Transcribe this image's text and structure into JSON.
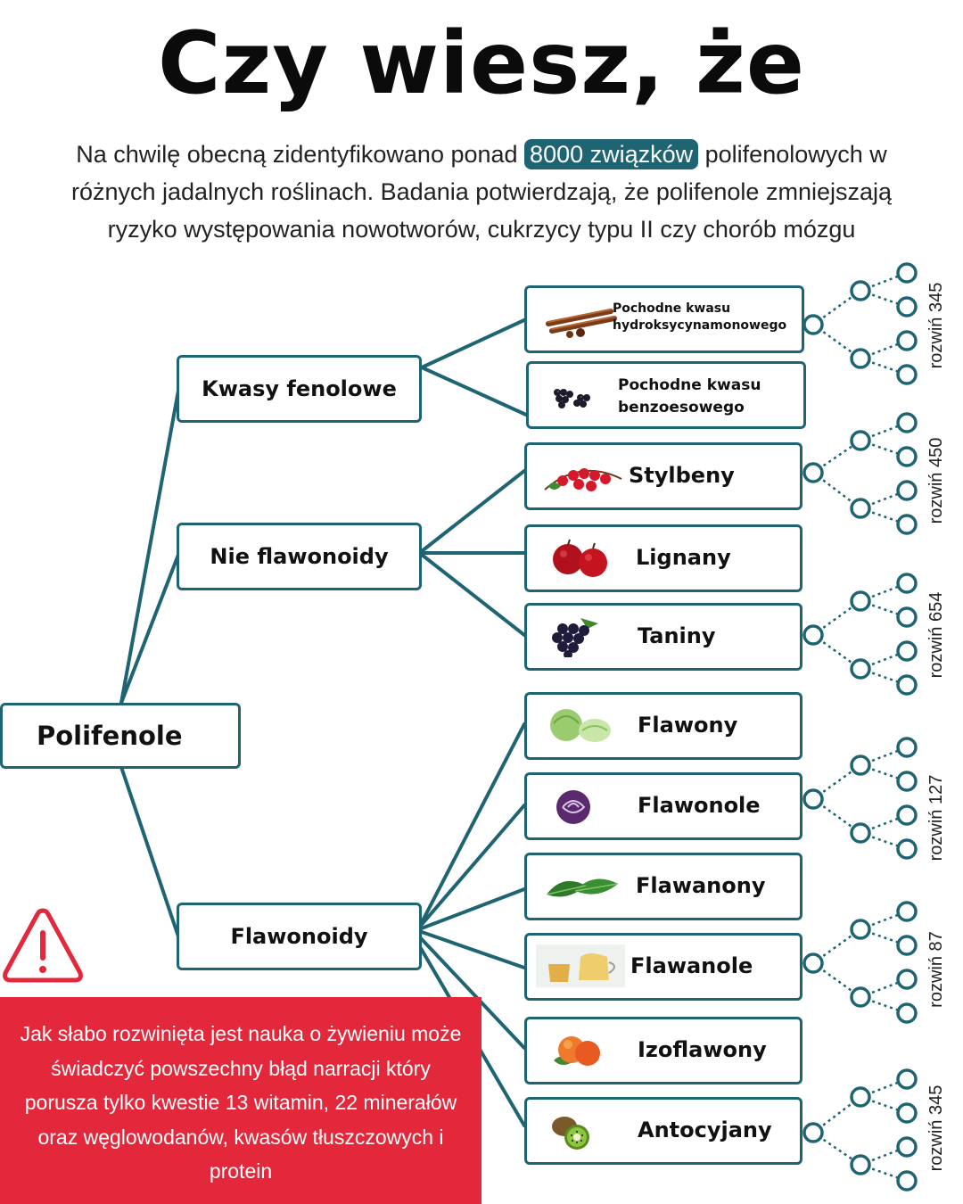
{
  "title": "Czy wiesz, że",
  "intro": {
    "before": "Na chwilę obecną zidentyfikowano ponad ",
    "highlight": "8000 związków",
    "after": " polifenolowych w różnych jadalnych roślinach. Badania potwierdzają, że polifenole zmniejszają ryzyko występowania  nowotworów, cukrzycy typu II czy chorób mózgu"
  },
  "root": {
    "label": "Polifenole"
  },
  "groups": [
    {
      "label": "Kwasy fenolowe"
    },
    {
      "label": "Nie flawonoidy"
    },
    {
      "label": "Flawonoidy"
    }
  ],
  "leaves": [
    {
      "label": "Pochodne kwasu hydroksycynamonowego",
      "icon": "cinnamon-icon"
    },
    {
      "label": "Pochodne kwasu benzoesowego",
      "icon": "blackberry-icon"
    },
    {
      "label": "Stylbeny",
      "icon": "redcurrant-icon"
    },
    {
      "label": "Lignany",
      "icon": "apple-icon"
    },
    {
      "label": "Taniny",
      "icon": "grapes-icon"
    },
    {
      "label": "Flawony",
      "icon": "cabbage-icon"
    },
    {
      "label": "Flawonole",
      "icon": "red-cabbage-icon"
    },
    {
      "label": "Flawanony",
      "icon": "spinach-icon"
    },
    {
      "label": "Flawanole",
      "icon": "tea-icon"
    },
    {
      "label": "Izoflawony",
      "icon": "peach-icon"
    },
    {
      "label": "Antocyjany",
      "icon": "kiwi-icon"
    }
  ],
  "expanders": [
    {
      "label": "rozwiń 345"
    },
    {
      "label": "rozwiń 450"
    },
    {
      "label": "rozwiń 654"
    },
    {
      "label": "rozwiń 127"
    },
    {
      "label": "rozwiń 87"
    },
    {
      "label": "rozwiń 345"
    }
  ],
  "warning": {
    "icon": "warning-triangle-icon",
    "text": "Jak słabo rozwinięta jest nauka o żywieniu może świadczyć powszechny błąd narracji który porusza tylko kwestie 13 witamin, 22 minerałów oraz węglowodanów, kwasów tłuszczowych i protein"
  },
  "colors": {
    "accent": "#1e6472",
    "warning": "#e2283a",
    "text": "#111111"
  }
}
